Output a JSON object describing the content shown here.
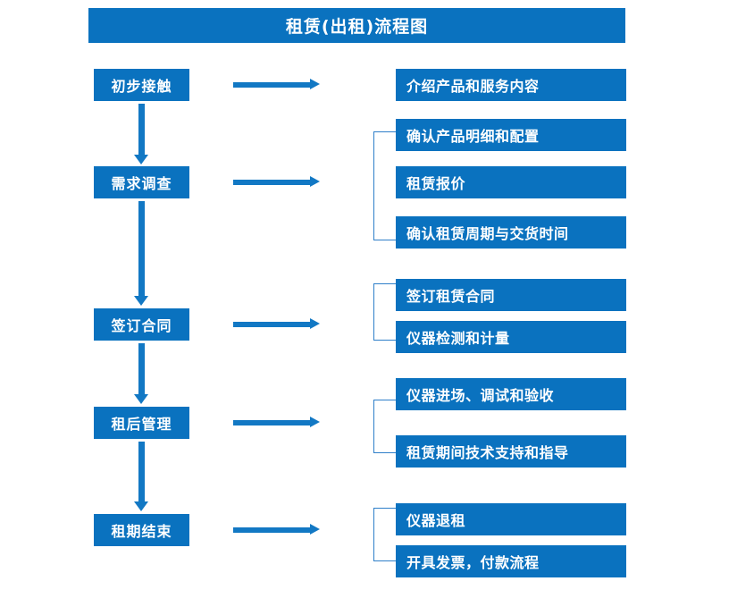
{
  "title": "租赁(出租)流程图",
  "colors": {
    "box_fill": "#0a72bf",
    "arrow": "#1278c4",
    "bracket": "#2f7fc9",
    "box_text": "#ffffff",
    "background": "#ffffff"
  },
  "stages": [
    {
      "label": "初步接触"
    },
    {
      "label": "需求调查"
    },
    {
      "label": "签订合同"
    },
    {
      "label": "租后管理"
    },
    {
      "label": "租期结束"
    }
  ],
  "details": [
    {
      "label": "介绍产品和服务内容"
    },
    {
      "label": "确认产品明细和配置"
    },
    {
      "label": "租赁报价"
    },
    {
      "label": "确认租赁周期与交货时间"
    },
    {
      "label": "签订租赁合同"
    },
    {
      "label": "仪器检测和计量"
    },
    {
      "label": "仪器进场、调试和验收"
    },
    {
      "label": "租赁期间技术支持和指导"
    },
    {
      "label": "仪器退租"
    },
    {
      "label": "开具发票，付款流程"
    }
  ],
  "icons": {
    "arrow_down": "arrow-down-icon",
    "arrow_right": "arrow-right-icon",
    "bracket": "bracket-connector-icon"
  }
}
